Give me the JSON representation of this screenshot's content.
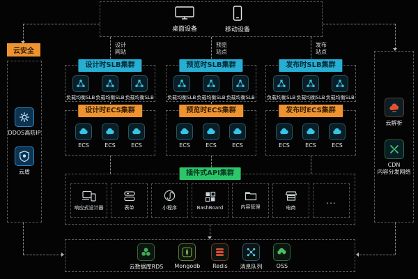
{
  "devices": {
    "items": [
      {
        "label": "桌面设备",
        "icon": "desktop-icon"
      },
      {
        "label": "移动设备",
        "icon": "mobile-icon"
      }
    ]
  },
  "left_sidebar": {
    "title": "云安全",
    "items": [
      {
        "label": "DDOS高防IP",
        "icon": "gear-shield-icon"
      },
      {
        "label": "云盾",
        "icon": "shield-icon"
      }
    ]
  },
  "right_sidebar": {
    "items": [
      {
        "label": "云解析",
        "icon": "dns-cloud-icon"
      },
      {
        "label": "CDN",
        "sublabel": "内容分发网络",
        "icon": "cdn-node-icon"
      }
    ]
  },
  "columns": [
    {
      "connector_label_line1": "设计",
      "connector_label_line2": "网站",
      "slb_title": "设计时SLB集群",
      "slb_nodes": [
        "负载均衡SLB",
        "负载均衡SLB",
        "负载均衡SLB"
      ],
      "ecs_title": "设计时ECS集群",
      "ecs_nodes": [
        "ECS",
        "ECS",
        "ECS"
      ]
    },
    {
      "connector_label_line1": "预览",
      "connector_label_line2": "站点",
      "slb_title": "预览时SLB集群",
      "slb_nodes": [
        "负载均衡SLB",
        "负载均衡SLB",
        "负载均衡SLB"
      ],
      "ecs_title": "预览时ECS集群",
      "ecs_nodes": [
        "ECS",
        "ECS",
        "ECS"
      ]
    },
    {
      "connector_label_line1": "发布",
      "connector_label_line2": "站点",
      "slb_title": "发布时SLB集群",
      "slb_nodes": [
        "负载均衡SLB",
        "负载均衡SLB",
        "负载均衡SLB"
      ],
      "ecs_title": "发布时ECS集群",
      "ecs_nodes": [
        "ECS",
        "ECS",
        "ECS"
      ]
    }
  ],
  "api_cluster": {
    "title": "插件式API集群",
    "items": [
      {
        "label": "响应式设计器",
        "icon": "responsive-designer-icon"
      },
      {
        "label": "表单",
        "icon": "form-icon"
      },
      {
        "label": "小程序",
        "icon": "mini-program-icon"
      },
      {
        "label": "BashBoard",
        "icon": "dashboard-grid-icon"
      },
      {
        "label": "内容管理",
        "icon": "folder-icon"
      },
      {
        "label": "电商",
        "icon": "storefront-icon"
      },
      {
        "label": "...",
        "icon": "ellipsis"
      }
    ]
  },
  "storage_row": {
    "items": [
      {
        "label": "云数据库RDS",
        "icon": "rds-trefoil-icon"
      },
      {
        "label": "Mongodb",
        "icon": "mongodb-leaf-icon"
      },
      {
        "label": "Redis",
        "icon": "redis-stack-icon"
      },
      {
        "label": "消息队列",
        "icon": "message-queue-icon"
      },
      {
        "label": "OSS",
        "icon": "oss-cloud-icon"
      }
    ]
  },
  "colors": {
    "background": "#040404",
    "header_blue": "#27aed3",
    "header_orange": "#ee9330",
    "header_green": "#2cc56a",
    "glyph_cyan": "#38c4e6",
    "glyph_orange_red": "#e2512e",
    "glyph_green": "#3fbe5c",
    "glyph_red": "#d84a33",
    "glyph_blue": "#2f9fd6",
    "dash_border": "#5d5d5d",
    "dash_connector": "#8a8a8a"
  }
}
